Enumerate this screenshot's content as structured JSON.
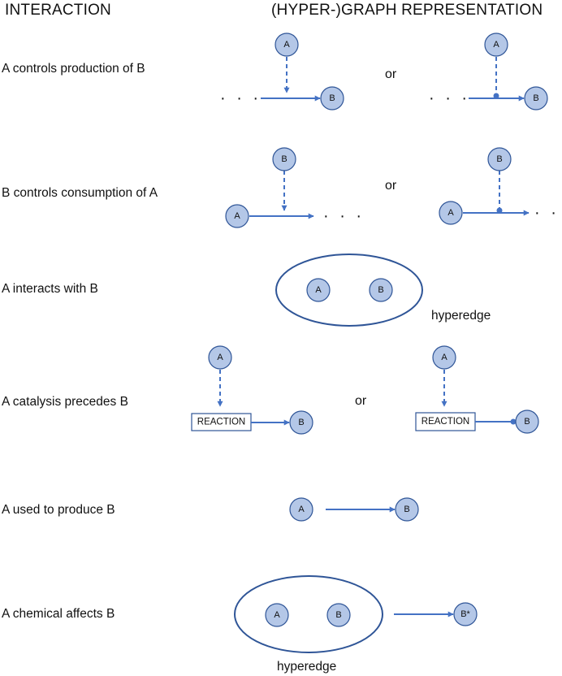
{
  "headers": {
    "interaction": "INTERACTION",
    "representation": "(HYPER-)GRAPH REPRESENTATION"
  },
  "rows": [
    {
      "label": "A controls production of B"
    },
    {
      "label": "B controls consumption of A"
    },
    {
      "label": "A interacts with B"
    },
    {
      "label": "A catalysis precedes B"
    },
    {
      "label": "A used to produce B"
    },
    {
      "label": "A chemical affects B"
    }
  ],
  "nodes": {
    "a": "A",
    "b": "B",
    "b_star": "B*"
  },
  "connector_text": "or",
  "ellipsis_text": "· · ·",
  "reaction_text": "REACTION",
  "hyperedge_text": "hyperedge",
  "colors": {
    "node_fill": "#b4c7e7",
    "node_stroke": "#2f5597",
    "arrow": "#4472c4"
  }
}
